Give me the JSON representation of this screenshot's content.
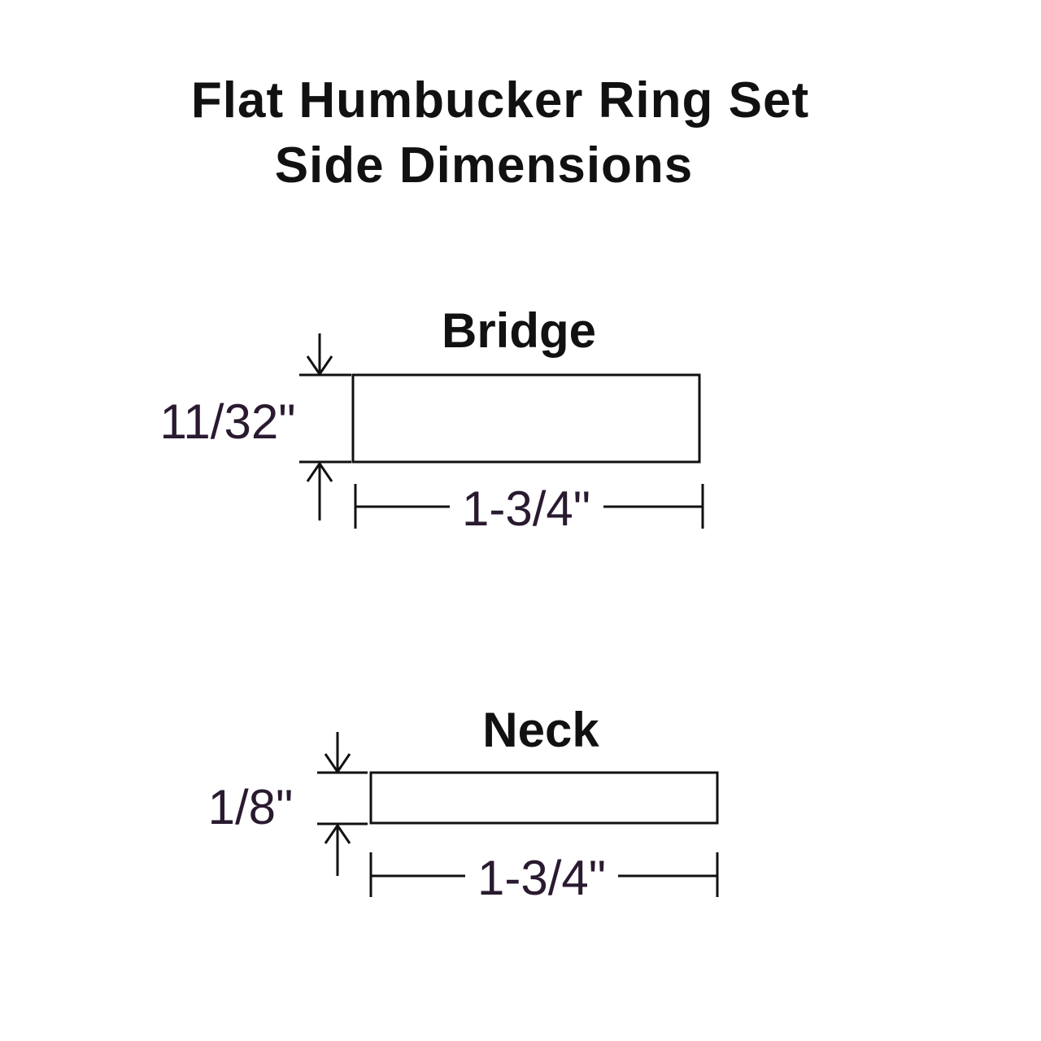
{
  "title": {
    "line1": "Flat Humbucker Ring Set",
    "line2": "Side Dimensions"
  },
  "bridge": {
    "label": "Bridge",
    "height": "11/32\"",
    "width": "1-3/4\""
  },
  "neck": {
    "label": "Neck",
    "height": "1/8\"",
    "width": "1-3/4\""
  },
  "colors": {
    "line": "#111111",
    "dimension_text": "#2a1a30"
  }
}
